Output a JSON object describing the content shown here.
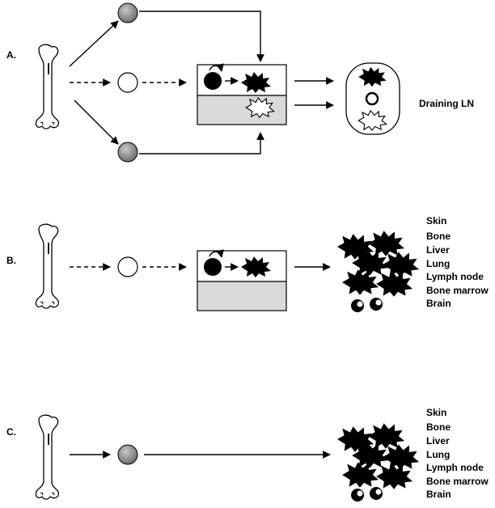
{
  "panels": [
    {
      "id": "A",
      "label": "A.",
      "outcome_labels": [
        "Draining LN"
      ]
    },
    {
      "id": "B",
      "label": "B.",
      "outcome_labels": [
        "Skin",
        "Bone",
        "Liver",
        "Lung",
        "Lymph node",
        "Bone marrow",
        "Brain"
      ]
    },
    {
      "id": "C",
      "label": "C.",
      "outcome_labels": [
        "Skin",
        "Bone",
        "Liver",
        "Lung",
        "Lymph node",
        "Bone marrow",
        "Brain"
      ]
    }
  ],
  "colors": {
    "line": "#000000",
    "gray_cell": "#8c8c8c",
    "box_lower": "#d9d9d9"
  }
}
